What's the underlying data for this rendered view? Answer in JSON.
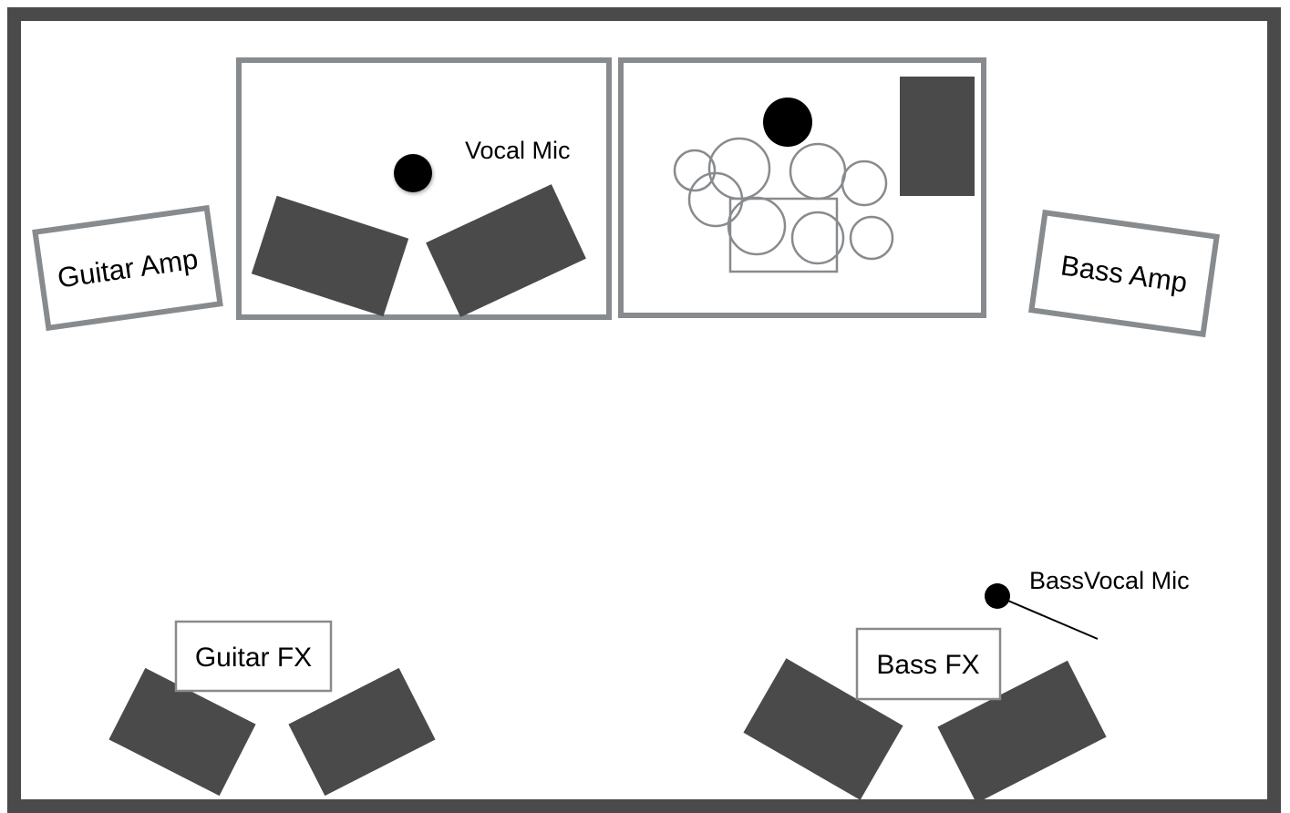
{
  "colors": {
    "frame": "#4a4a4a",
    "outline": "#888b8e",
    "monitor": "#4a4a4a",
    "mic": "#000000",
    "background": "#ffffff"
  },
  "labels": {
    "guitar_amp": "Guitar Amp",
    "bass_amp": "Bass Amp",
    "vocal_mic": "Vocal Mic",
    "bass_vocal_mic": "BassVocal Mic",
    "guitar_fx": "Guitar FX",
    "bass_fx": "Bass FX"
  },
  "icons": {
    "mic": "filled-circle",
    "monitor": "wedge-rectangle",
    "drum": "circle-outline"
  }
}
